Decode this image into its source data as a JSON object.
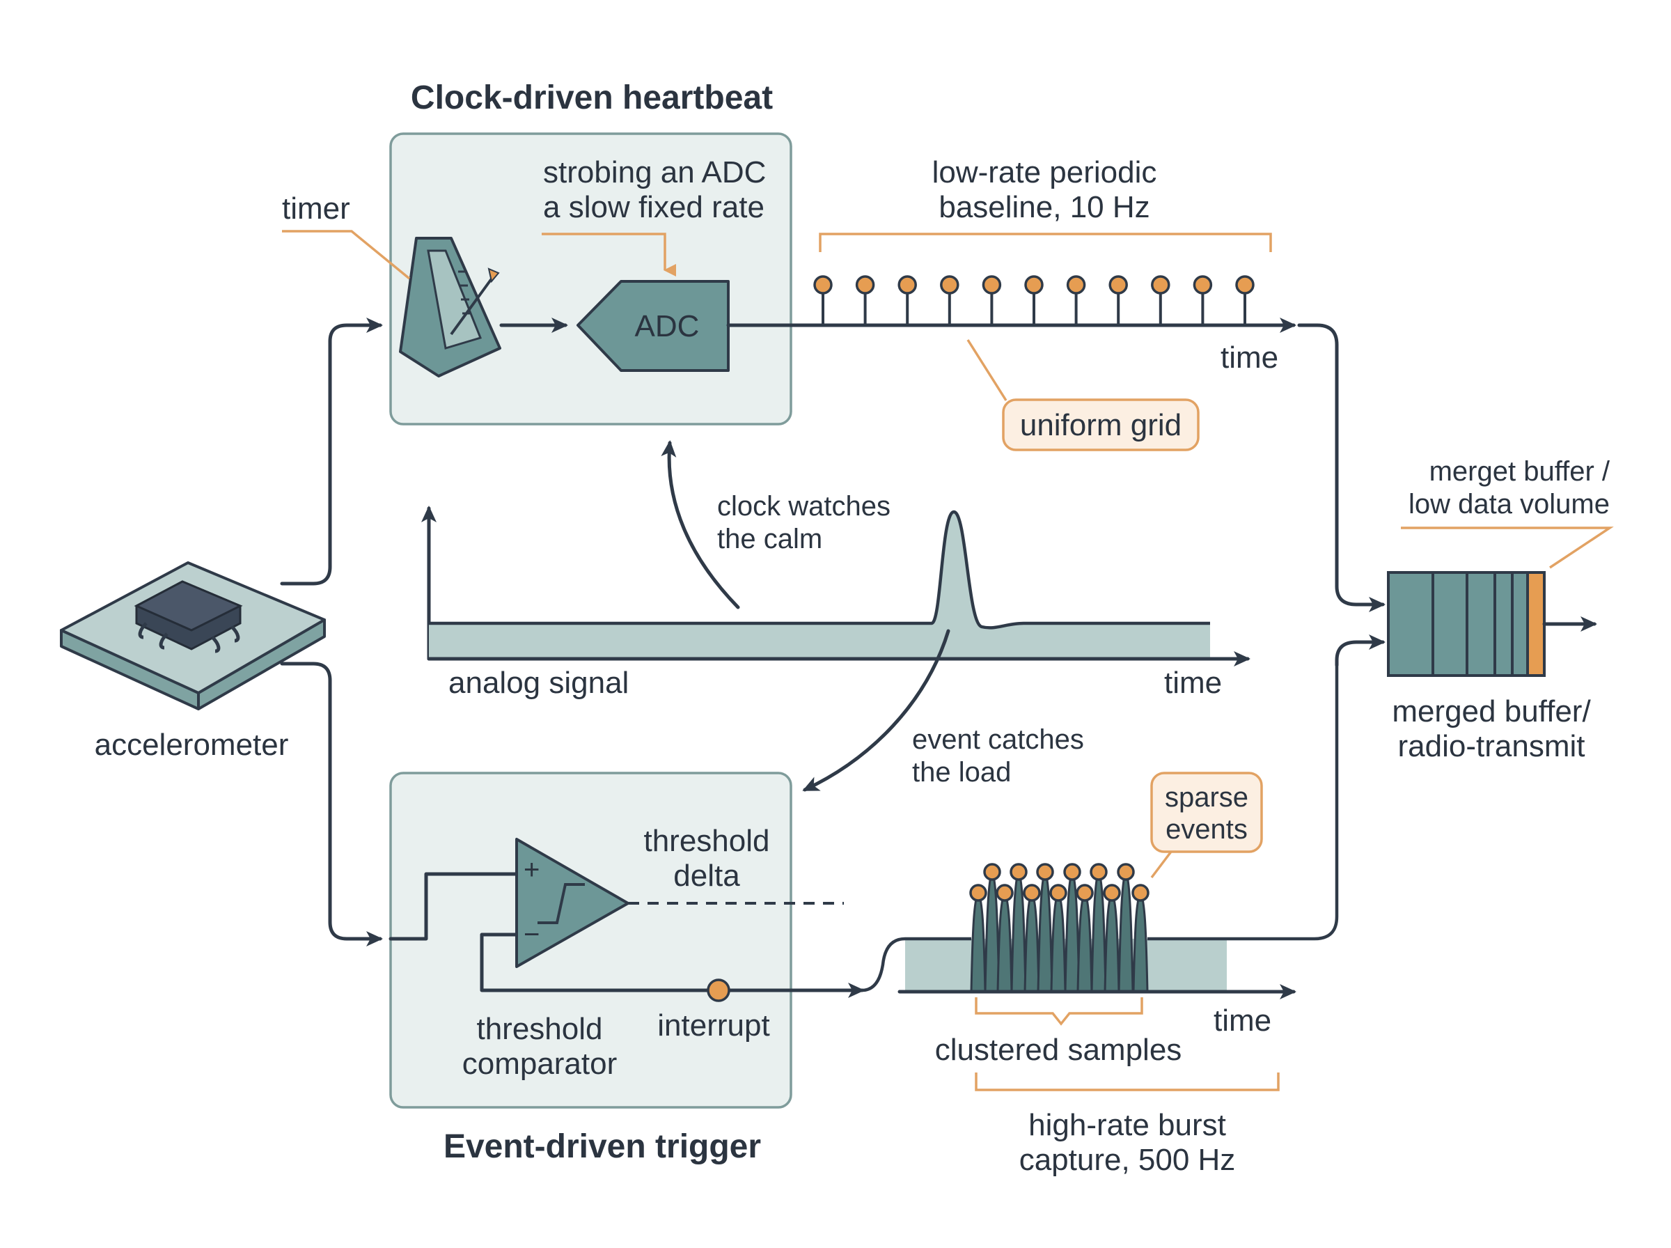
{
  "titles": {
    "top": "Clock-driven heartbeat",
    "bottom": "Event-driven trigger"
  },
  "labels": {
    "timer": "timer",
    "strobe_line1": "strobing an ADC",
    "strobe_line2": "a slow fixed rate",
    "adc": "ADC",
    "baseline_line1": "low-rate periodic",
    "baseline_line2": "baseline, 10 Hz",
    "time_top": "time",
    "uniform_grid": "uniform grid",
    "clock_watches_line1": "clock watches",
    "clock_watches_line2": "the calm",
    "analog_signal": "analog signal",
    "time_mid": "time",
    "accelerometer": "accelerometer",
    "event_catches_line1": "event catches",
    "event_catches_line2": "the load",
    "threshold_delta_line1": "threshold",
    "threshold_delta_line2": "delta",
    "comparator_line1": "threshold",
    "comparator_line2": "comparator",
    "interrupt": "interrupt",
    "plus": "+",
    "minus": "−",
    "sparse_line1": "sparse",
    "sparse_line2": "events",
    "time_bottom": "time",
    "clustered_samples": "clustered samples",
    "burst_line1": "high-rate burst",
    "burst_line2": "capture, 500 Hz",
    "merget_line1": "merget buffer /",
    "merget_line2": "low data volume",
    "merged_line1": "merged buffer/",
    "merged_line2": "radio-transmit"
  },
  "colors": {
    "panel_fill": "#e9f0ef",
    "panel_stroke": "#7f9c9b",
    "teal": "#6d9797",
    "signal_fill": "#b9cfcd",
    "accent_orange": "#e69d52",
    "callout_fill": "#fcefe2",
    "wire": "#2f3a48"
  },
  "icons": [
    "metronome-icon",
    "adc-icon",
    "accelerometer-chip-icon",
    "comparator-icon",
    "buffer-icon"
  ]
}
